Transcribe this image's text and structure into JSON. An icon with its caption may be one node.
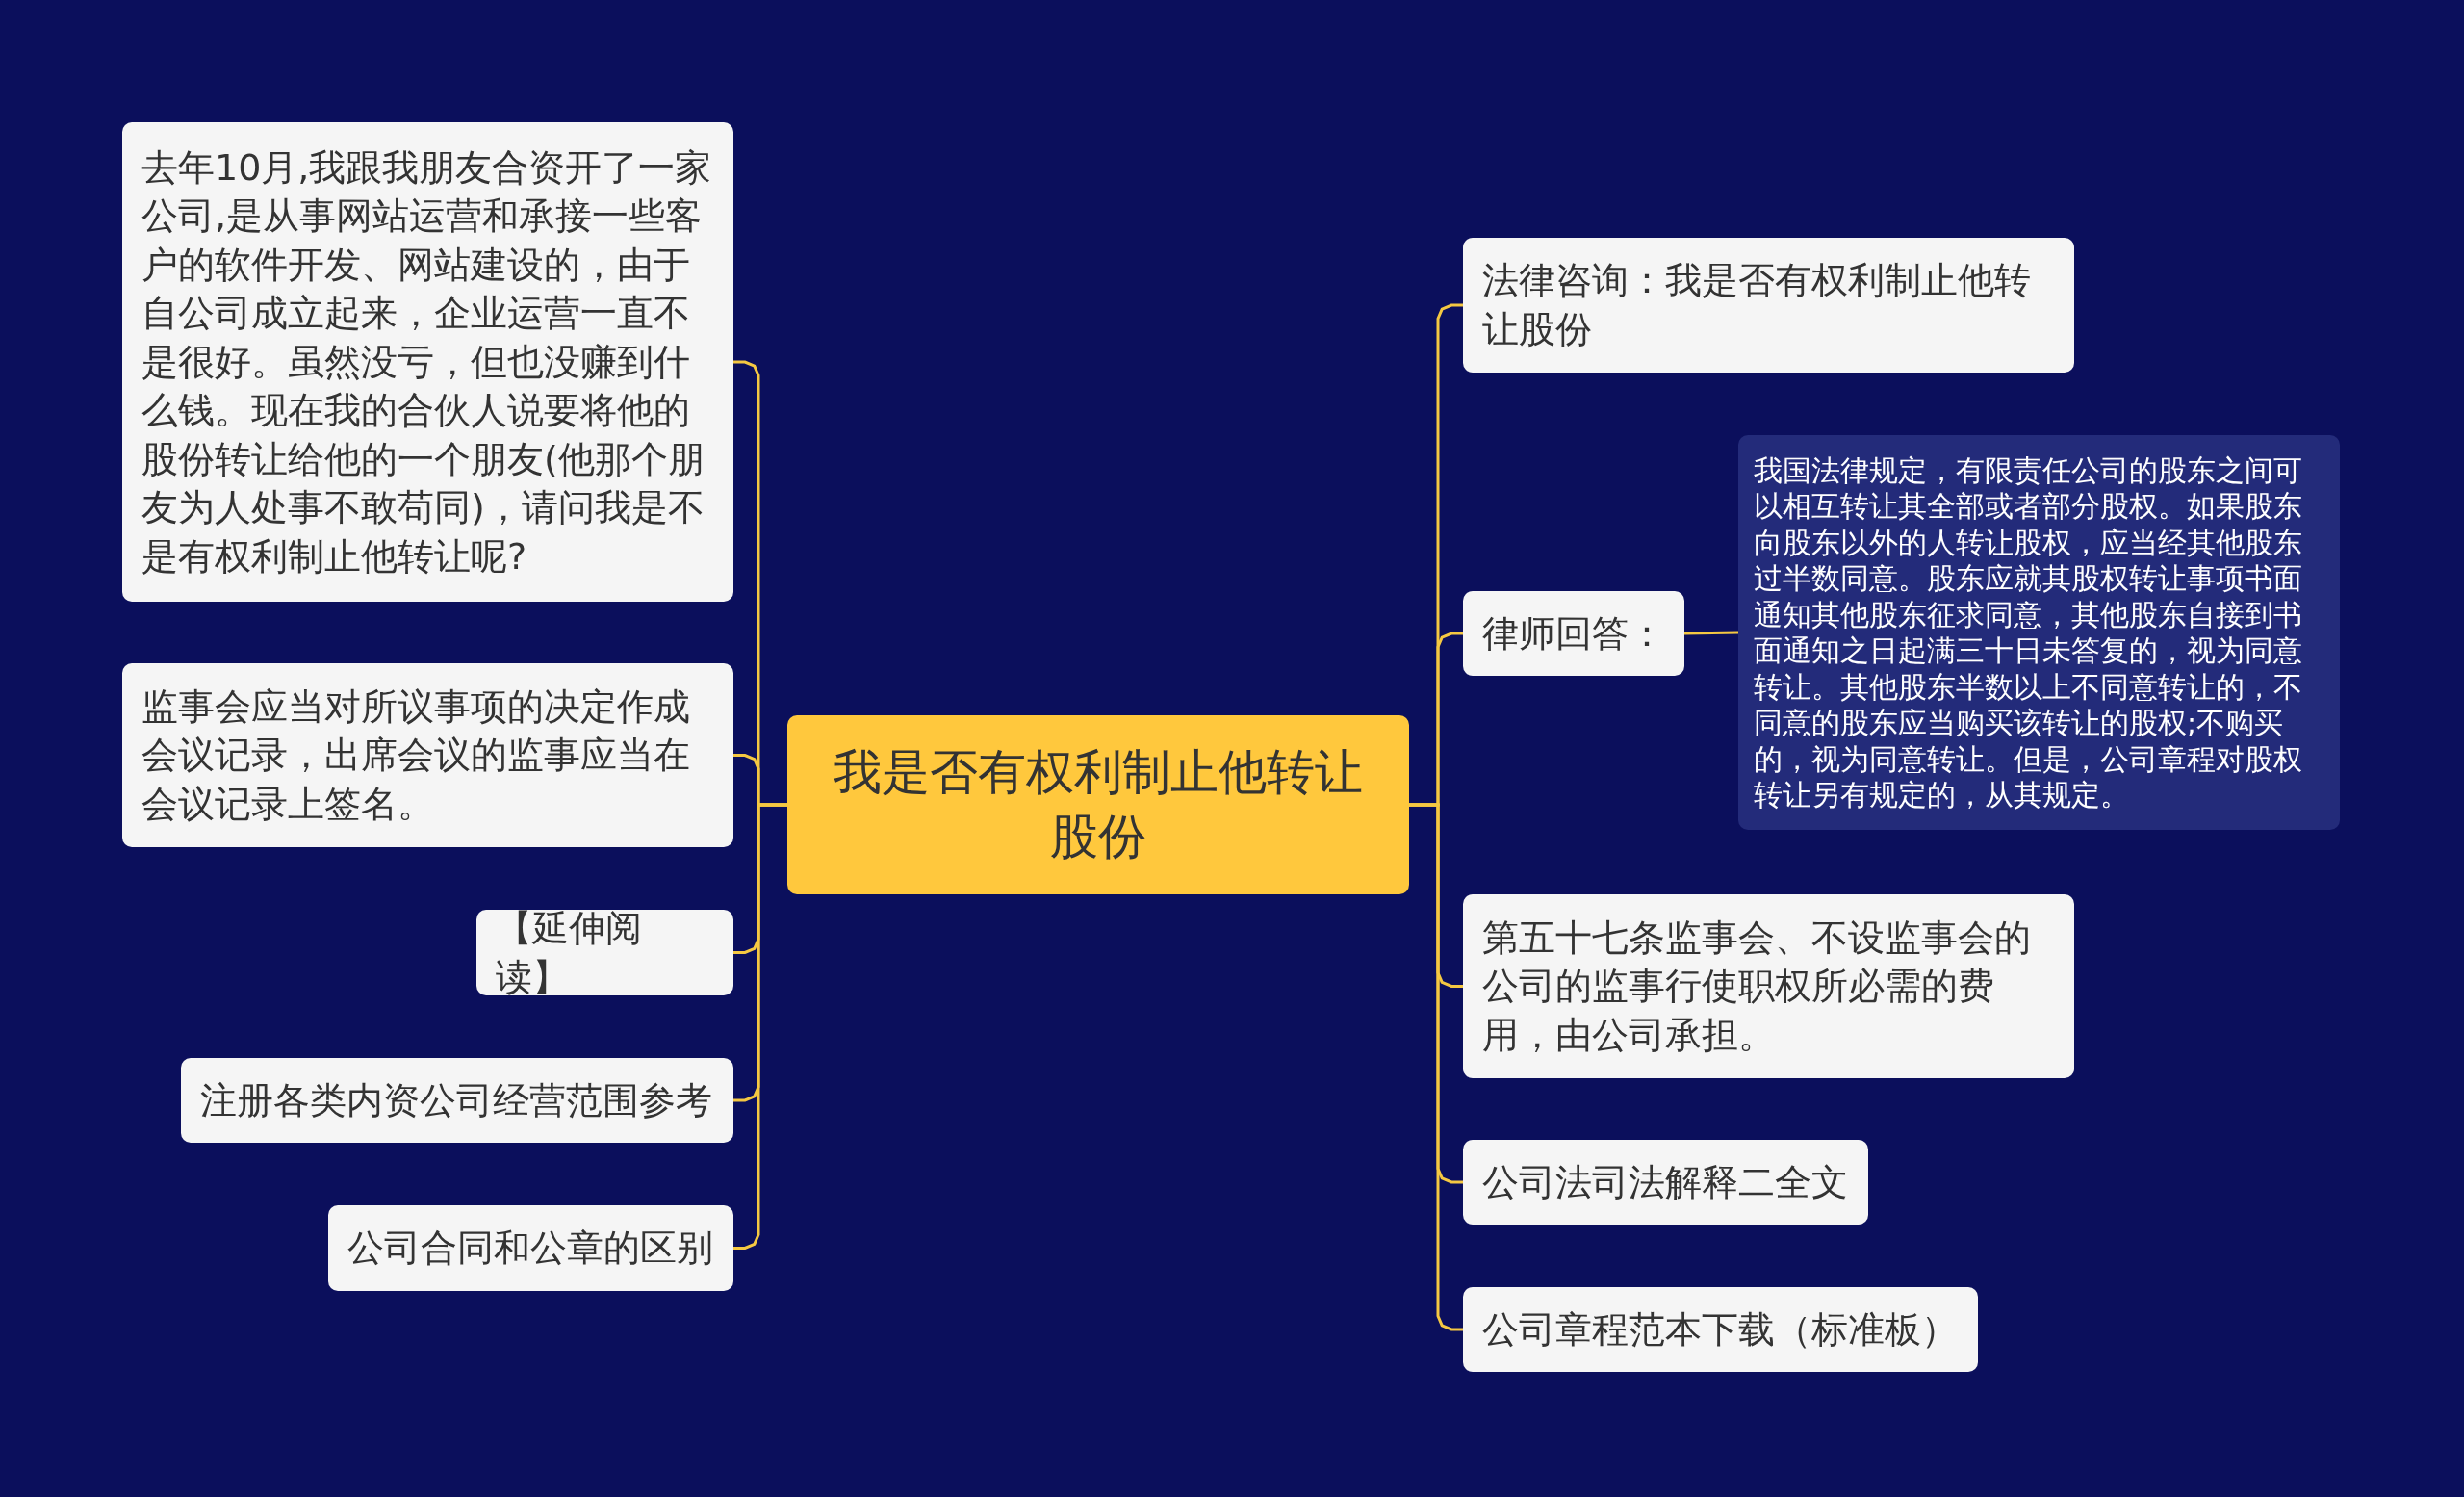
{
  "diagram": {
    "nodes": [
      {
        "text": [
          "我是否有权利制止他转让股份"
        ]
      },
      {
        "text": [
          "去年10月,我跟我朋友合资开了一家公司,是从事网站运营和承接一些客户的软件开发、网站建设的，由于自公司成立起来，企业运营一直不是很好。虽然没亏，但也没赚到什么钱。现在我的合伙人说要将他的股份转让给他的一个朋友(他那个朋友为人处事不敢苟同)，请问我是不是有权利制止他转让呢?"
        ]
      },
      {
        "text": [
          "监事会应当对所议事项的决定作成会议记录，出席会议的监事应当在会议记录上签名。"
        ]
      },
      {
        "text": [
          "【延伸阅读】"
        ]
      },
      {
        "text": [
          "注册各类内资公司经营范围参考"
        ]
      },
      {
        "text": [
          "公司合同和公章的区别"
        ]
      },
      {
        "text": [
          "法律咨询：我是否有权利制止他转让股份"
        ]
      },
      {
        "text": [
          "律师回答："
        ]
      },
      {
        "text": [
          "我国法律规定，有限责任公司的股东之间可以相互转让其全部或者部分股权。如果股东向股东以外的人转让股权，应当经其他股东过半数同意。股东应就其股权转让事项书面通知其他股东征求同意，其他股东自接到书面通知之日起满三十日未答复的，视为同意转让。其他股东半数以上不同意转让的，不同意的股东应当购买该转让的股权;不购买的，视为同意转让。但是，公司章程对股权转让另有规定的，从其规定。"
        ]
      },
      {
        "text": [
          "第五十七条监事会、不设监事会的公司的监事行使职权所必需的费用，由公司承担。"
        ]
      },
      {
        "text": [
          "公司法司法解释二全文"
        ]
      },
      {
        "text": [
          "公司章程范本下载（标准板）"
        ]
      }
    ],
    "edges": [
      {
        "from": 0,
        "to": 1,
        "arrow": "none"
      },
      {
        "from": 0,
        "to": 2,
        "arrow": "none"
      },
      {
        "from": 0,
        "to": 3,
        "arrow": "none"
      },
      {
        "from": 0,
        "to": 4,
        "arrow": "none"
      },
      {
        "from": 0,
        "to": 5,
        "arrow": "none"
      },
      {
        "from": 0,
        "to": 6,
        "arrow": "none"
      },
      {
        "from": 0,
        "to": 7,
        "arrow": "none"
      },
      {
        "from": 7,
        "to": 8,
        "arrow": "none"
      },
      {
        "from": 0,
        "to": 9,
        "arrow": "none"
      },
      {
        "from": 0,
        "to": 10,
        "arrow": "none"
      },
      {
        "from": 0,
        "to": 11,
        "arrow": "none"
      }
    ]
  }
}
